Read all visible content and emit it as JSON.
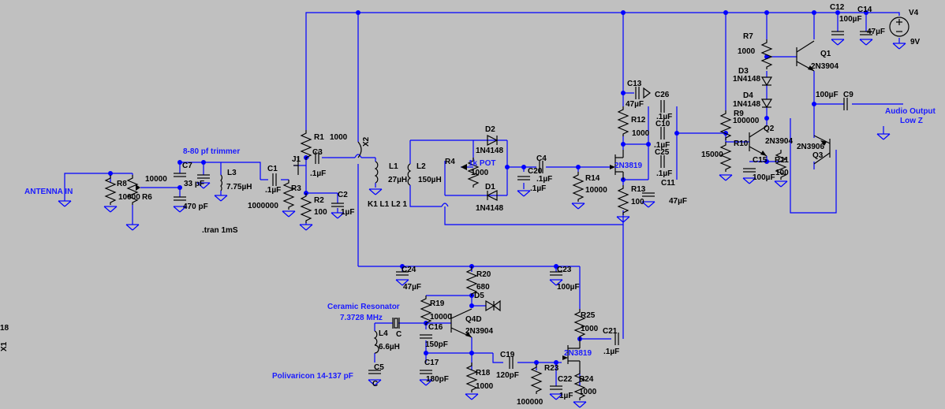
{
  "labels": {
    "c12": "C12",
    "c12v": "100µF",
    "c14": "C14",
    "c14v": "47µF",
    "v4": "V4",
    "v4v": "9V",
    "r7": "R7",
    "r7v": "1000",
    "q1": "Q1",
    "q1v": "2N3904",
    "d3": "D3",
    "d3v": "1N4148",
    "d4": "D4",
    "d4v": "1N4148",
    "c9v": "100µF",
    "c9": "C9",
    "out1": "Audio Output",
    "out2": "Low Z",
    "r9": "R9",
    "r9v": "100000",
    "r10": "R10",
    "r10v": "15000",
    "q2": "Q2",
    "q2v": "2N3904",
    "q3": "Q3",
    "q3v": "2N3906",
    "c15": "C15",
    "c15v": "100µF",
    "r11": "R11",
    "r11v": "100",
    "c13": "C13",
    "c13v": "47µF",
    "c26": "C26",
    "c26v": ".1µF",
    "c10": "C10",
    "c10v": ".1µF",
    "c25": "C25",
    "c25v": ".1µF",
    "r12": "R12",
    "r12v": "1000",
    "j2v": "2N3819",
    "c11": "C11",
    "c11v": "47µF",
    "r13": "R13",
    "r13v": "100",
    "r14": "R14",
    "r14v": "10000",
    "c4": "C4",
    "c20": "C20",
    "c20v": ".1µF",
    "c4v": ".1µF",
    "d2": "D2",
    "d2v": "1N4148",
    "d1": "D1",
    "d1v": "1N4148",
    "r4": "R4",
    "r4v": "1000",
    "pot": "1k POT",
    "l1": "L1",
    "l1v": "27µH",
    "l2": "L2",
    "l2v": "150µH",
    "k1": "K1 L1 L2 1",
    "x2": "X2",
    "r1": "R1",
    "r1v": "1000",
    "j1": "J1",
    "c3": "C3",
    "c3v": ".1µF",
    "c1": "C1",
    "c1v": ".1µF",
    "r3": "R3",
    "r3v": "1000000",
    "r2": "R2",
    "r2v": "100",
    "c2": "C2",
    "c2v": "1µF",
    "trimmer": "8-80 pf trimmer",
    "c7": "C7",
    "c7v": "33 pF",
    "c7v2": "470 pF",
    "l3": "L3",
    "l3v": "7.75µH",
    "r8": "R8",
    "r8v": "10000",
    "r6": "R6",
    "r6v": "10000",
    "ant": "ANTENNA IN",
    "tran": ".tran 1mS",
    "c24": "C24",
    "c24v": "47µF",
    "r20": "R20",
    "r20v": "680",
    "c23": "C23",
    "c23v": "100µF",
    "d5": "D5",
    "cer": "Ceramic Resonator",
    "cerv": "7.3728 MHz",
    "cerc": "C",
    "r19": "R19",
    "r19v": "10000",
    "q4": "Q4D",
    "q4v": "2N3904",
    "c16": "C16",
    "c16v": "150pF",
    "l4": "L4",
    "l4v": "6.6µH",
    "c17": "C17",
    "c17v": "180pF",
    "r18": "R18",
    "r18v": "1000",
    "c19": "C19",
    "c19v": "120pF",
    "r25": "R25",
    "r25v": "1000",
    "c21": "C21",
    "c21v": ".1µF",
    "j3v": "2N3819",
    "r23": "R23",
    "r23v": "100000",
    "c22": "C22",
    "c22v": "1µF",
    "r24": "R24",
    "r24v": "1000",
    "poly": "Polivaricon 14-137 pF",
    "c5": "C5",
    "c5v": "C",
    "m18": "18",
    "x1": "X1"
  }
}
